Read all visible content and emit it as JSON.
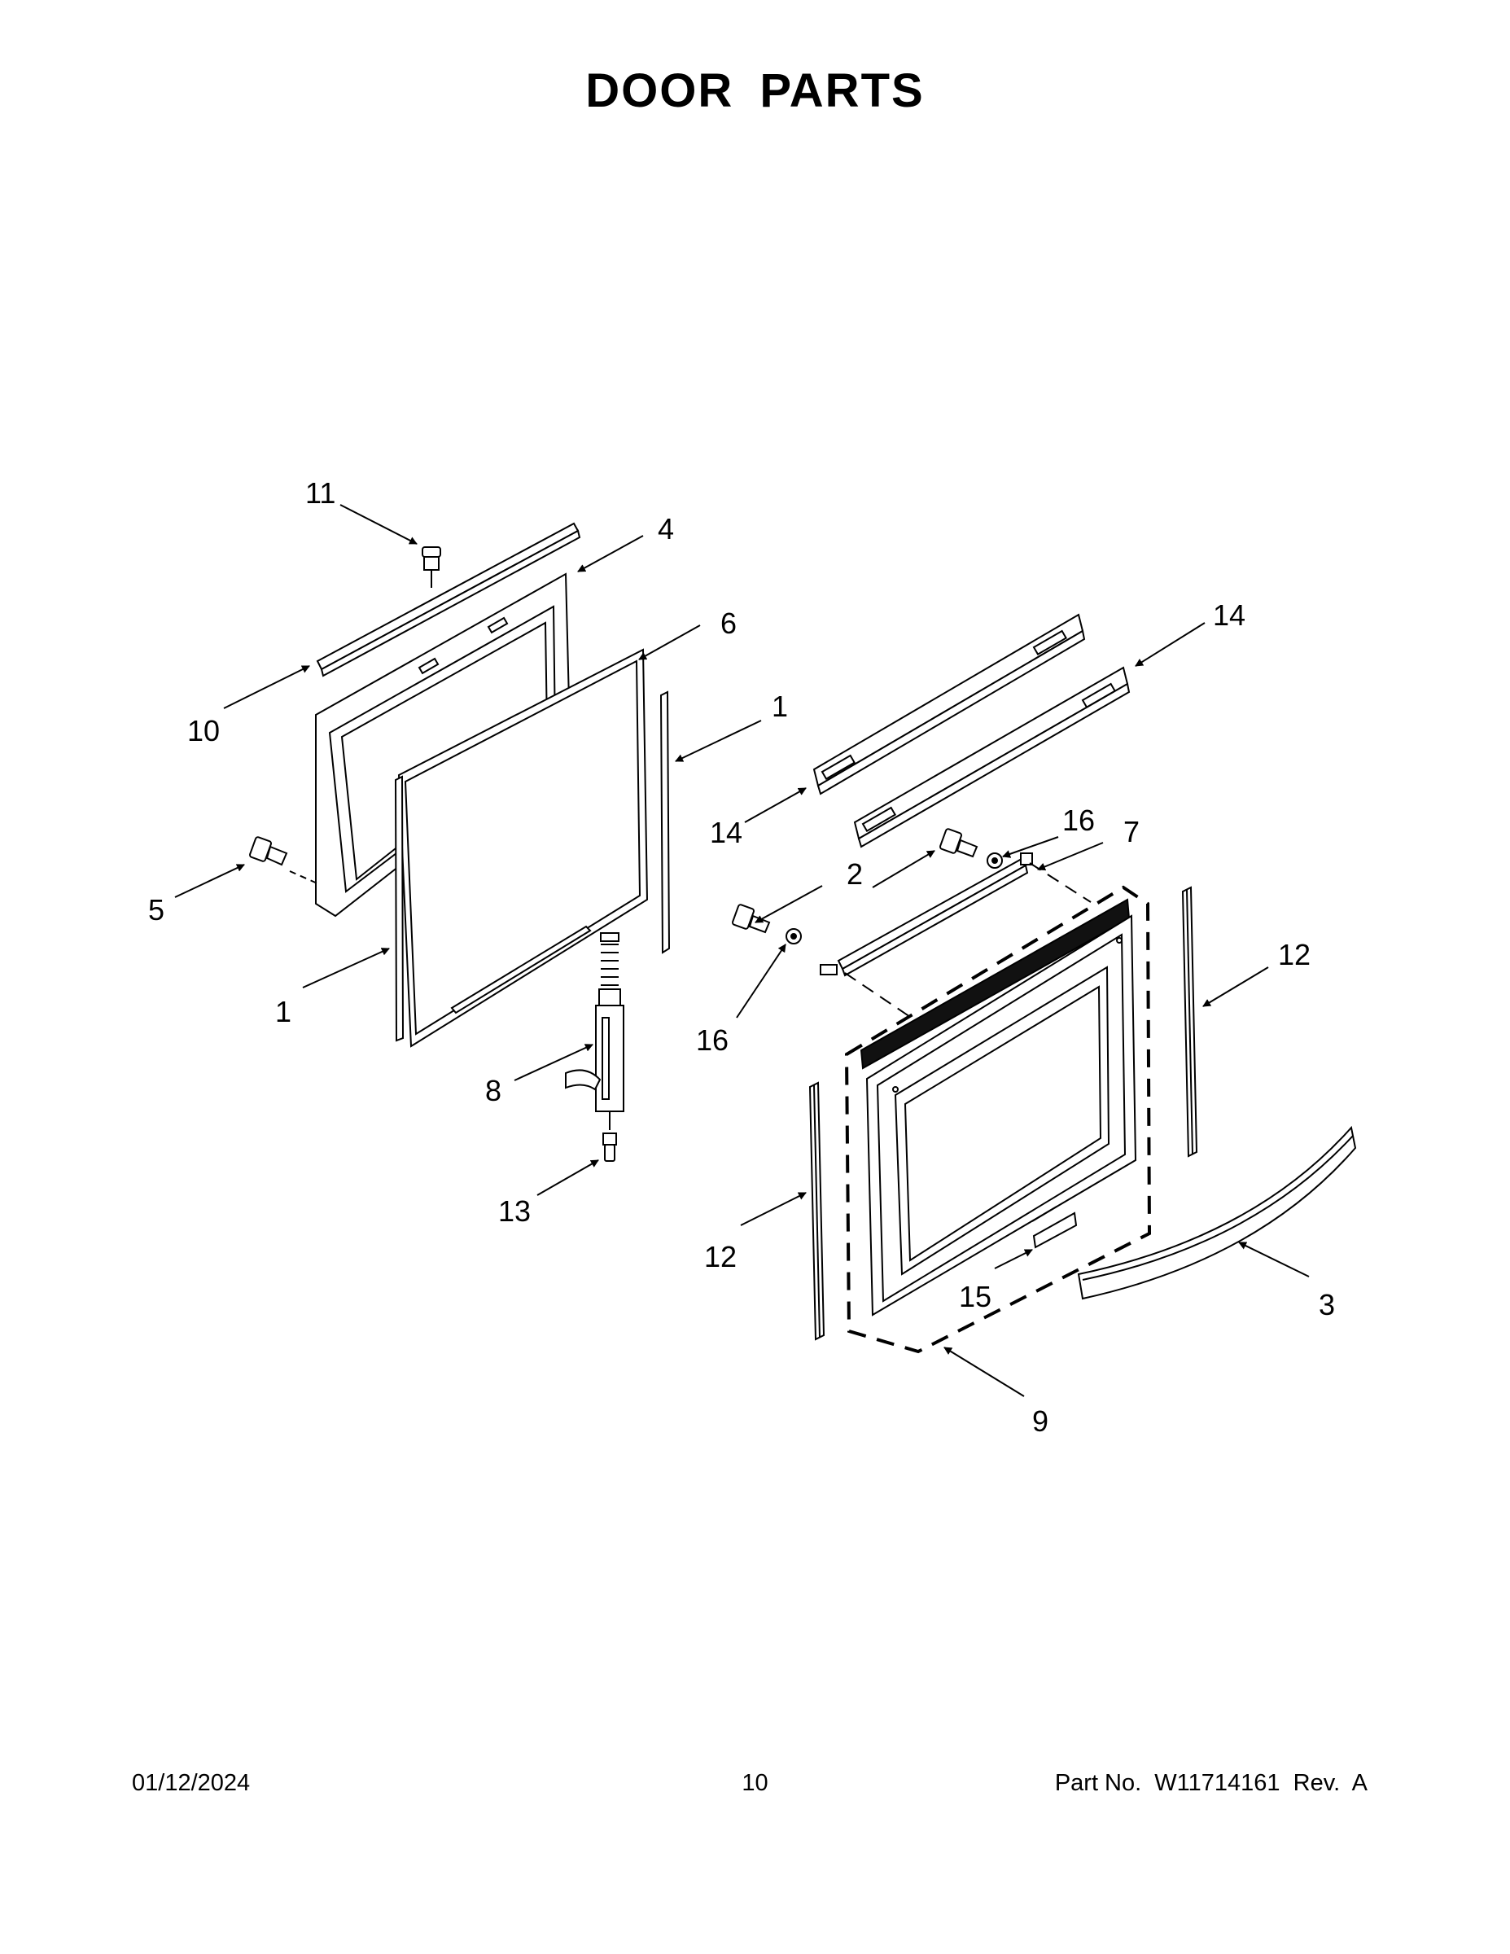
{
  "title": "DOOR PARTS",
  "footer": {
    "date": "01/12/2024",
    "page": "10",
    "part_number": "Part No.  W11714161  Rev.  A"
  },
  "callouts": {
    "c11": "11",
    "c4": "4",
    "c6": "6",
    "c1_top": "1",
    "c10": "10",
    "c5": "5",
    "c1_bottom": "1",
    "c8": "8",
    "c13": "13",
    "c14_right": "14",
    "c14_left": "14",
    "c16_top": "16",
    "c7": "7",
    "c2": "2",
    "c16_bottom": "16",
    "c12_right": "12",
    "c12_left": "12",
    "c15": "15",
    "c3": "3",
    "c9": "9"
  }
}
